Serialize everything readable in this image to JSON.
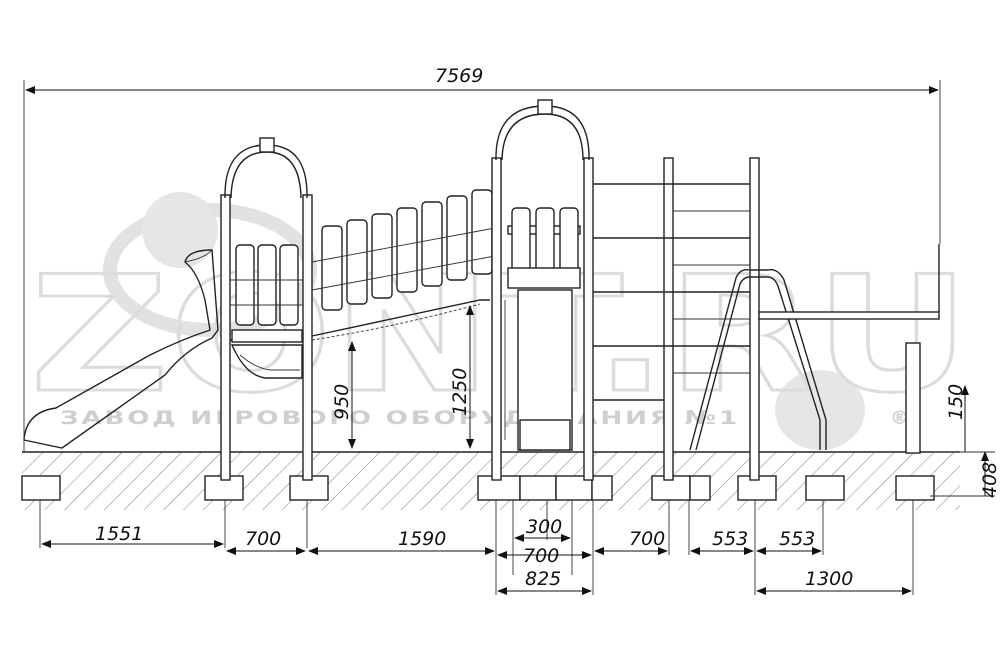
{
  "watermark": {
    "brand": "ZONT.RU",
    "tagline": "ЗАВОД ИГРОВОГО ОБОРУДОВАНИЯ №1",
    "registered": "®"
  },
  "dimensions": {
    "overall_width": "7569",
    "bottom_row": [
      "1551",
      "700",
      "1590",
      "300",
      "700",
      "700",
      "553",
      "553"
    ],
    "sub_825": "825",
    "sub_1300": "1300",
    "height_950": "950",
    "height_1250": "1250",
    "height_150": "150",
    "depth_408": "408"
  },
  "colors": {
    "line": "#222222",
    "watermark": "#dcdcdc",
    "background": "#ffffff"
  }
}
